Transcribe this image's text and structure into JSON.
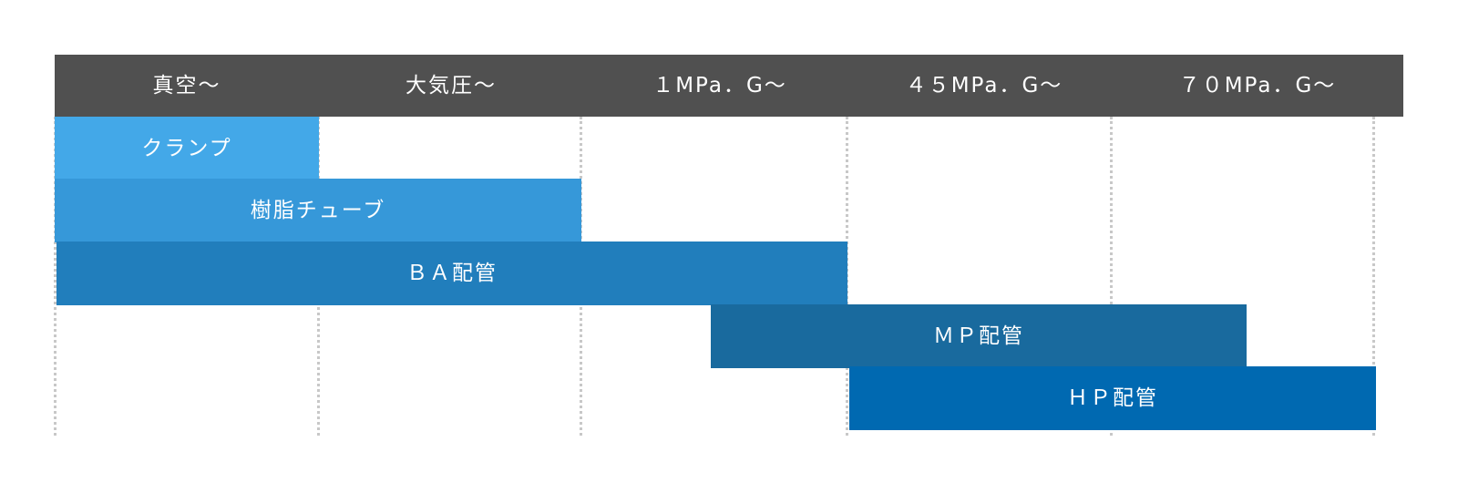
{
  "header": {
    "columns": [
      {
        "label": "真空〜"
      },
      {
        "label": "大気圧〜"
      },
      {
        "label": "１MPa．G〜"
      },
      {
        "label": "４５MPa．G〜"
      },
      {
        "label": "７０MPa．G〜"
      }
    ]
  },
  "bars": [
    {
      "label": "クランプ",
      "color": "#43a8e8"
    },
    {
      "label": "樹脂チューブ",
      "color": "#3698d9"
    },
    {
      "label": "ＢＡ配管",
      "color": "#217ebc"
    },
    {
      "label": "ＭＰ配管",
      "color": "#196a9e"
    },
    {
      "label": "ＨＰ配管",
      "color": "#0069b1"
    }
  ],
  "colors": {
    "header_bg": "#505050",
    "grid_line": "#c8c8c8"
  }
}
